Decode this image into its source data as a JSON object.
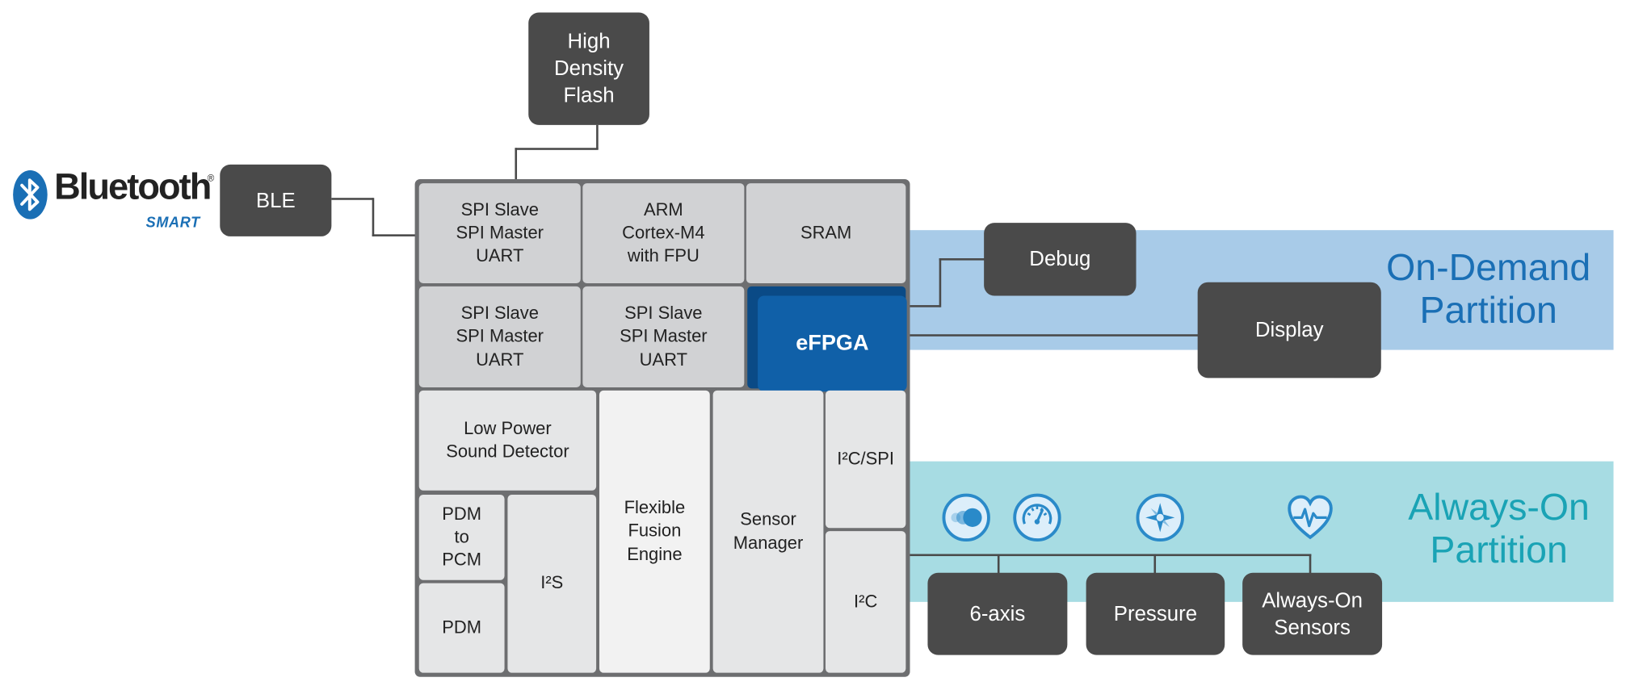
{
  "bluetooth": {
    "wordmark": "Bluetooth",
    "registered": "®",
    "tagline": "SMART"
  },
  "blocks": {
    "flash": "High\nDensity\nFlash",
    "ble": "BLE",
    "spi1": "SPI Slave\nSPI Master\nUART",
    "arm": "ARM\nCortex-M4\nwith FPU",
    "sram": "SRAM",
    "spi2": "SPI Slave\nSPI Master\nUART",
    "spi3": "SPI Slave\nSPI Master\nUART",
    "efpga": "eFPGA",
    "sound": "Low Power\nSound Detector",
    "fusion": "Flexible\nFusion\nEngine",
    "sensor_mgr": "Sensor\nManager",
    "i2c_spi": "I²C/SPI",
    "pdm_pcm": "PDM\nto\nPCM",
    "i2s": "I²S",
    "pdm": "PDM",
    "i2c": "I²C"
  },
  "peripherals": {
    "debug": "Debug",
    "display": "Display",
    "axis6": "6-axis",
    "pressure": "Pressure",
    "always_on": "Always-On\nSensors"
  },
  "partitions": {
    "on_demand": "On-Demand\nPartition",
    "always_on": "Always-On\nPartition"
  },
  "colors": {
    "dark_box": "#4a4a4a",
    "efpga": "#1060a8",
    "on_demand_band": "#a8cbe8",
    "on_demand_text": "#1a6fb5",
    "always_on_band": "#a7dce3",
    "always_on_text": "#1aa3b5",
    "icon": "#2a8ac9"
  },
  "icons": [
    "motion-icon",
    "gauge-icon",
    "compass-icon",
    "heart-rate-icon"
  ]
}
